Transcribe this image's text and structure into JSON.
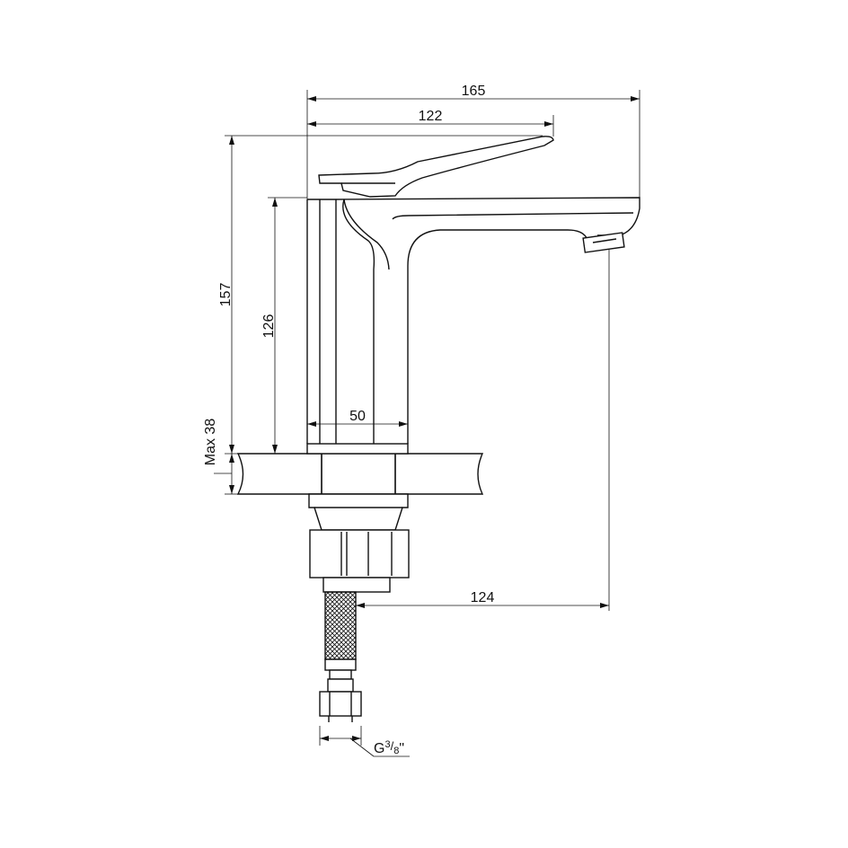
{
  "dimensions": {
    "overall_length": "165",
    "handle_length": "122",
    "overall_height": "157",
    "spout_height": "126",
    "base_diameter": "50",
    "max_thickness": "Max 38",
    "spout_reach": "124",
    "thread": "G",
    "thread_fraction_num": "3",
    "thread_fraction_den": "8",
    "thread_inch": "\""
  },
  "colors": {
    "line": "#111111",
    "background": "#ffffff"
  }
}
